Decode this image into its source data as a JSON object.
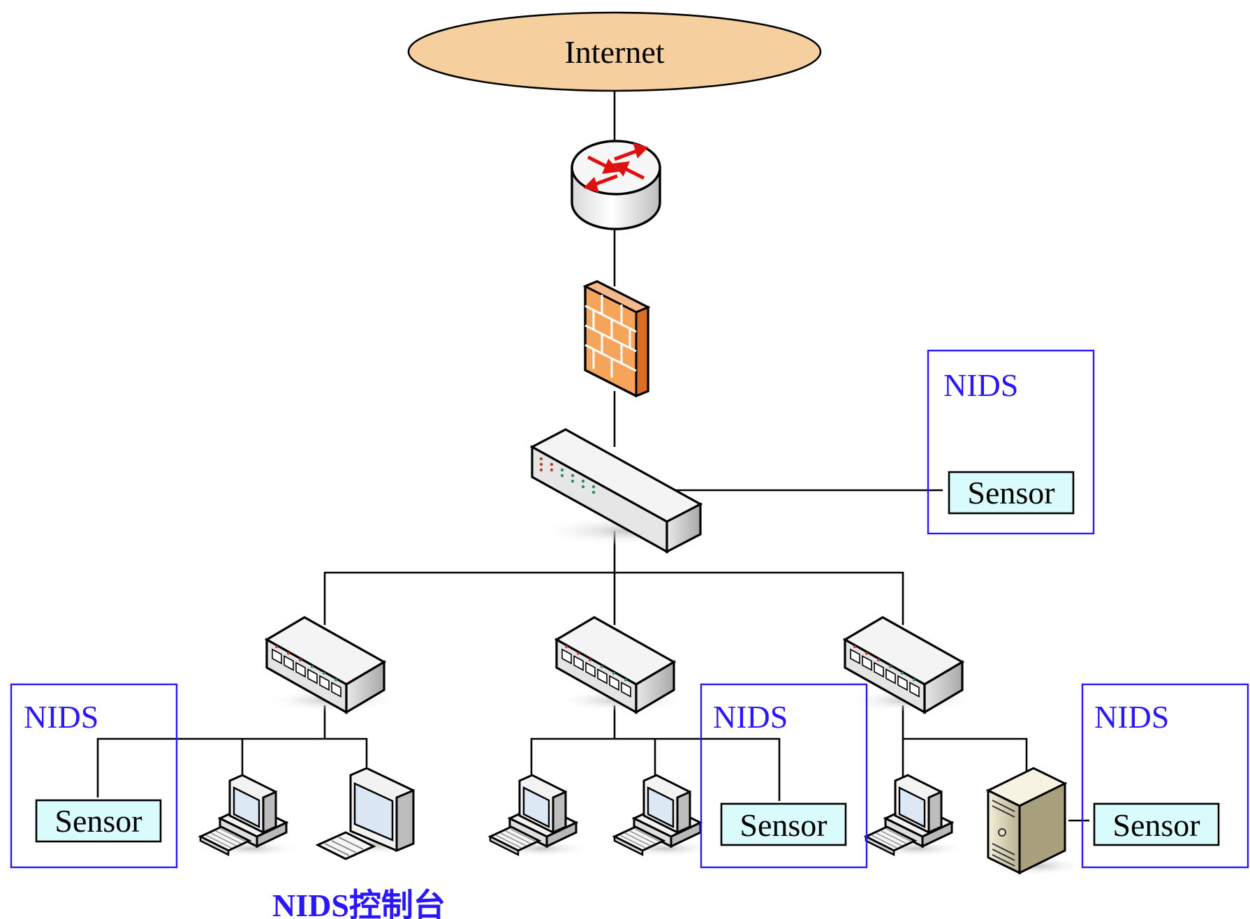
{
  "internet": {
    "label": "Internet"
  },
  "nids_zones": [
    {
      "label": "NIDS",
      "sensor": "Sensor"
    },
    {
      "label": "NIDS",
      "sensor": "Sensor"
    },
    {
      "label": "NIDS",
      "sensor": "Sensor"
    },
    {
      "label": "NIDS",
      "sensor": "Sensor"
    }
  ],
  "console": {
    "label": "NIDS控制台"
  },
  "icons": [
    "router-icon",
    "firewall-icon",
    "core-switch-icon",
    "switch-icon",
    "workstation-icon",
    "monitor-icon",
    "server-icon"
  ],
  "colors": {
    "nids_blue": "#2a16ff",
    "sensor_fill": "#d9fbfb",
    "internet_fill": "#f5cf9d",
    "firewall": "#f08a3a",
    "router_arrows": "#e01010"
  }
}
